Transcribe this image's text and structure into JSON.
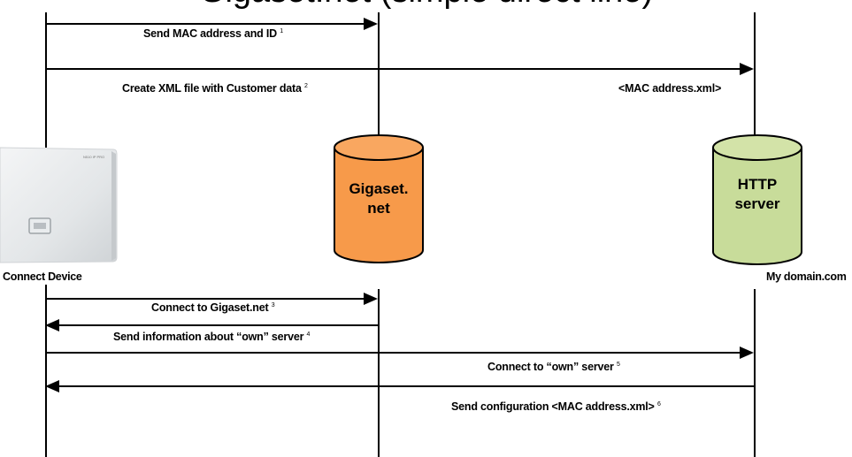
{
  "title": "Gigaset.net (simple direct line)",
  "nodes": {
    "device": {
      "label": "Connect Device",
      "model_text": "N510 IP PRO"
    },
    "gigaset": {
      "line1": "Gigaset.",
      "line2": "net",
      "fill": "#f79a4a"
    },
    "http": {
      "line1": "HTTP",
      "line2": "server",
      "domain": "My domain.com",
      "fill": "#c8dc9a"
    }
  },
  "messages": [
    {
      "text": "Send MAC address and ID",
      "note": "1"
    },
    {
      "text": "Create XML file with Customer data",
      "note": "2"
    },
    {
      "text": "<MAC address.xml>",
      "note": ""
    },
    {
      "text": "Connect to Gigaset.net",
      "note": "3"
    },
    {
      "text": "Send information about “own” server",
      "note": "4"
    },
    {
      "text": "Connect to “own” server",
      "note": "5"
    },
    {
      "text": "Send configuration <MAC address.xml>",
      "note": "6"
    }
  ]
}
